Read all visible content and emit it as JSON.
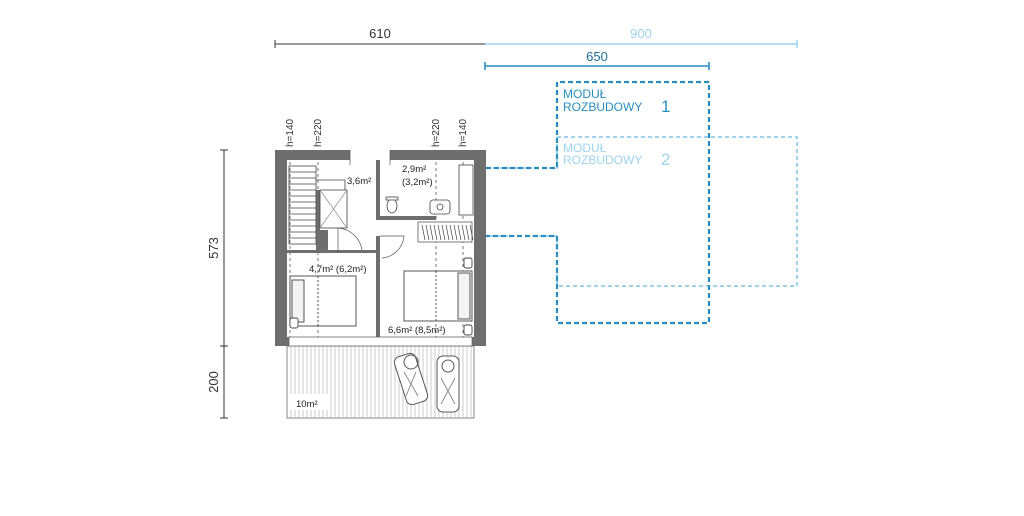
{
  "dimensions": {
    "width_main": "610",
    "width_module2": "900",
    "width_module1": "650",
    "depth_house": "573",
    "depth_terrace": "200"
  },
  "heights": [
    "h=140",
    "h=220",
    "h=220",
    "h=140"
  ],
  "rooms": {
    "stair": "3,6m²",
    "bath_a": "2,9m²",
    "bath_b": "(3,2m²)",
    "bedroom_small": "4,7m² (6,2m²)",
    "bedroom_large": "6,6m² (8,5m²)",
    "terrace": "10m²"
  },
  "modules": {
    "m1_line1": "MODUŁ",
    "m1_line2": "ROZBUDOWY",
    "m1_num": "1",
    "m2_line1": "MODUŁ",
    "m2_line2": "ROZBUDOWY",
    "m2_num": "2"
  },
  "colors": {
    "module1": "#2a8fc0",
    "module2": "#9fd3ee",
    "wall": "#6e6e6e",
    "dim_line": "#333333"
  }
}
